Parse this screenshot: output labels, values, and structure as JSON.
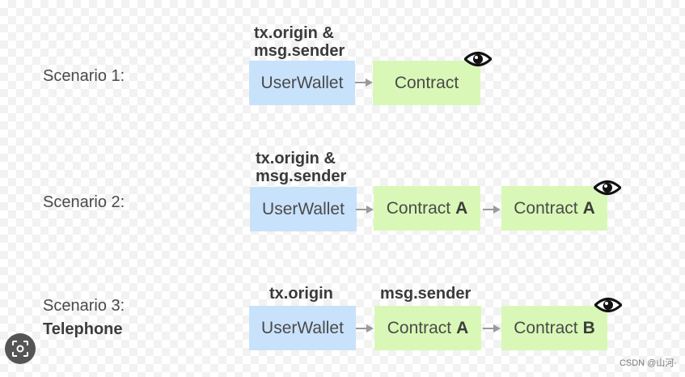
{
  "scenarios": [
    {
      "label": "Scenario 1:",
      "headers": [
        "tx.origin &",
        "msg.sender"
      ],
      "boxes": [
        {
          "text": "UserWallet",
          "color": "blue"
        },
        {
          "text": "Contract",
          "color": "green"
        }
      ],
      "eye": "eye-icon"
    },
    {
      "label": "Scenario 2:",
      "headers": [
        "tx.origin &",
        "msg.sender"
      ],
      "boxes": [
        {
          "text": "UserWallet",
          "color": "blue"
        },
        {
          "text": "Contract",
          "suffix": "A",
          "color": "green"
        },
        {
          "text": "Contract",
          "suffix": "A",
          "color": "green"
        }
      ],
      "eye": "eye-icon"
    },
    {
      "label": "Scenario 3:",
      "sublabel": "Telephone",
      "headers": [
        "tx.origin",
        "msg.sender"
      ],
      "boxes": [
        {
          "text": "UserWallet",
          "color": "blue"
        },
        {
          "text": "Contract",
          "suffix": "A",
          "color": "green"
        },
        {
          "text": "Contract",
          "suffix": "B",
          "color": "green"
        }
      ],
      "eye": "eye-icon"
    }
  ],
  "watermark": "CSDN @山河·",
  "colors": {
    "blue": "#c9e2fb",
    "green": "#d9f8b7",
    "arrow": "#9a9a9a"
  }
}
